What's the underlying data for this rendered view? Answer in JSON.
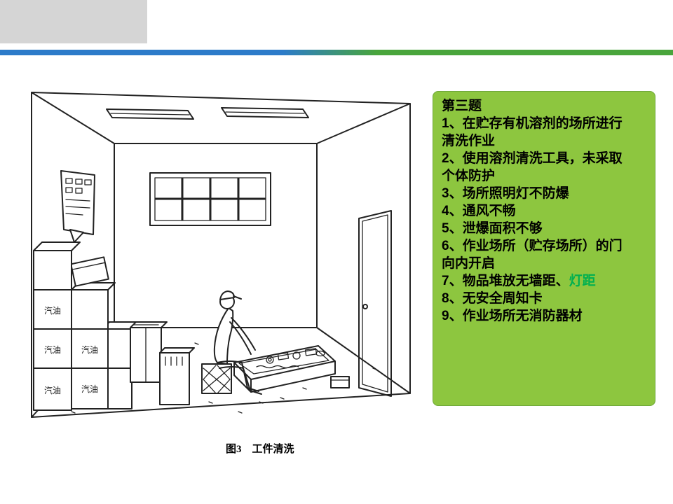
{
  "header": {
    "block_color": "#d5d5d5",
    "stripe_blue": "#2c7bc9",
    "stripe_green": "#49a53c"
  },
  "panel": {
    "bg": "#8dc63f",
    "border": "#6fa83a",
    "highlight_color": "#00b050",
    "title": "第三题",
    "items": [
      {
        "text": "1、在贮存有机溶剂的场所进行清洗作业"
      },
      {
        "text": "2、使用溶剂清洗工具，未采取个体防护"
      },
      {
        "text": "3、场所照明灯不防爆"
      },
      {
        "text": "4、通风不畅"
      },
      {
        "text": "5、泄爆面积不够"
      },
      {
        "text": "6、作业场所（贮存场所）的门向内开启"
      },
      {
        "text": "7、物品堆放无墙距、",
        "highlight": "灯距"
      },
      {
        "text": "8、无安全周知卡"
      },
      {
        "text": "9、作业场所无消防器材"
      }
    ]
  },
  "drawing": {
    "fuel_label": "汽油"
  },
  "caption": "图3　工件清洗"
}
